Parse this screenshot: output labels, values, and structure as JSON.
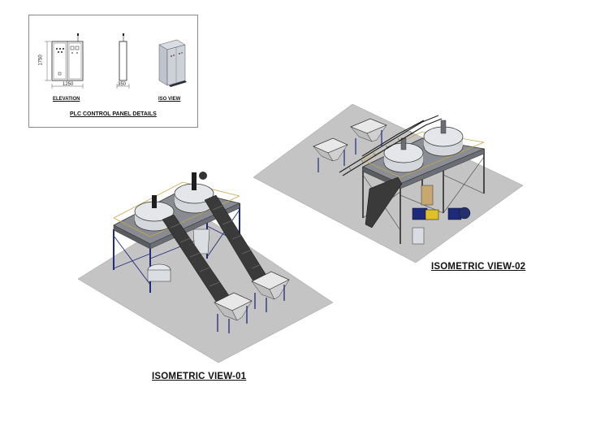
{
  "panel_details": {
    "title": "PLC CONTROL PANEL DETAILS",
    "elevation_label": "ELEVATION",
    "iso_view_label": "ISO VIEW",
    "dimension_height": "1750",
    "dimension_width": "1250",
    "dimension_depth": "350"
  },
  "views": {
    "view_01_label": "ISOMETRIC VIEW-01",
    "view_02_label": "ISOMETRIC VIEW-02"
  },
  "colors": {
    "floor": "#c4c4c4",
    "structure_blue": "#1f2c7a",
    "steel_grey": "#9aa0a8",
    "vessel": "#d8dade",
    "line": "#2a2a2a"
  }
}
